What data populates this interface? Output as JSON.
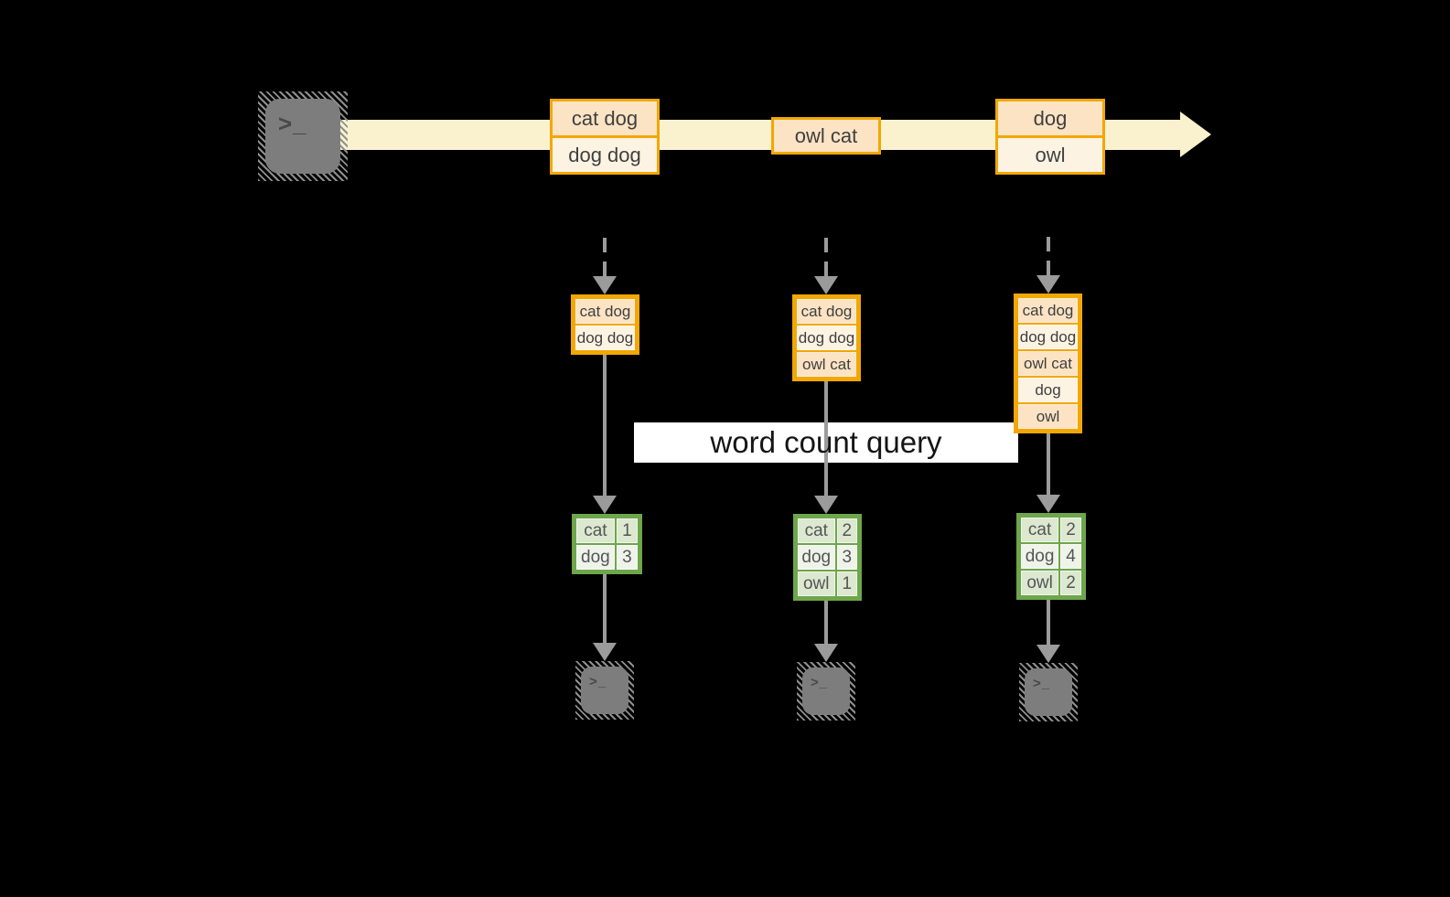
{
  "query_label": "word count query",
  "icons": {
    "prompt_glyph": ">_"
  },
  "colors": {
    "background": "#000000",
    "stream_band": "#FAF2CF",
    "batch_border": "#F2A702",
    "batch_fill_dark": "#FBE3C4",
    "batch_fill_light": "#FDF3E3",
    "table_border": "#6EA64B",
    "table_fill_dark": "#DCE8D0",
    "table_fill_light": "#EFF4EA",
    "arrow_gray": "#9B9B9B",
    "terminal_gray": "#7D7D7D"
  },
  "stream": {
    "batches": [
      {
        "lines": [
          "cat dog",
          "dog dog"
        ]
      },
      {
        "lines": [
          "owl cat"
        ]
      },
      {
        "lines": [
          "dog",
          "owl"
        ]
      }
    ]
  },
  "columns": [
    {
      "buffer": [
        "cat dog",
        "dog dog"
      ],
      "counts": [
        {
          "word": "cat",
          "count": "1"
        },
        {
          "word": "dog",
          "count": "3"
        }
      ]
    },
    {
      "buffer": [
        "cat dog",
        "dog dog",
        "owl cat"
      ],
      "counts": [
        {
          "word": "cat",
          "count": "2"
        },
        {
          "word": "dog",
          "count": "3"
        },
        {
          "word": "owl",
          "count": "1"
        }
      ]
    },
    {
      "buffer": [
        "cat dog",
        "dog dog",
        "owl cat",
        "dog",
        "owl"
      ],
      "counts": [
        {
          "word": "cat",
          "count": "2"
        },
        {
          "word": "dog",
          "count": "4"
        },
        {
          "word": "owl",
          "count": "2"
        }
      ]
    }
  ]
}
